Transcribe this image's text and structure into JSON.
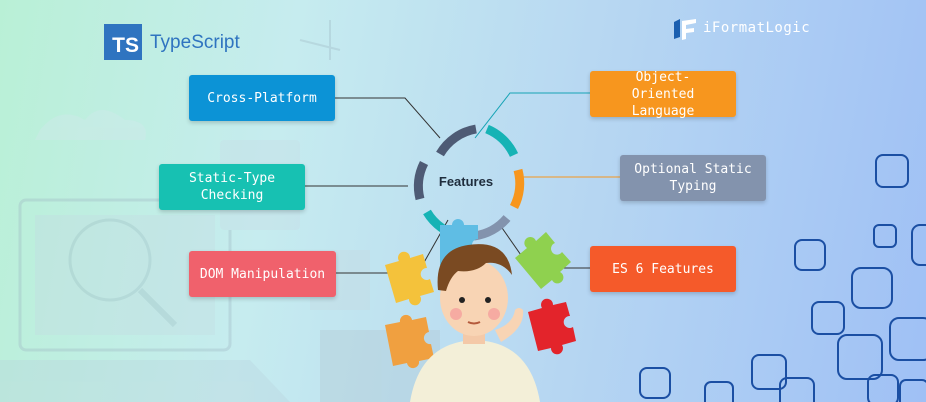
{
  "header": {
    "logo_badge": "TS",
    "logo_name": "TypeScript",
    "brand": "iFormatLogic"
  },
  "hub": {
    "label": "Features"
  },
  "features": {
    "cross_platform": "Cross-Platform",
    "static_type_checking": "Static-Type Checking",
    "dom_manipulation": "DOM Manipulation",
    "object_oriented": "Object-Oriented Language",
    "optional_static_typing": "Optional Static Typing",
    "es6_features": "ES 6 Features"
  },
  "colors": {
    "cross_platform": "#0c93d6",
    "static_type_checking": "#17c1b2",
    "dom_manipulation": "#f0616c",
    "object_oriented": "#f7961e",
    "optional_static_typing": "#8393ad",
    "es6_features": "#f55a2a",
    "ts_blue": "#2f74c0"
  }
}
